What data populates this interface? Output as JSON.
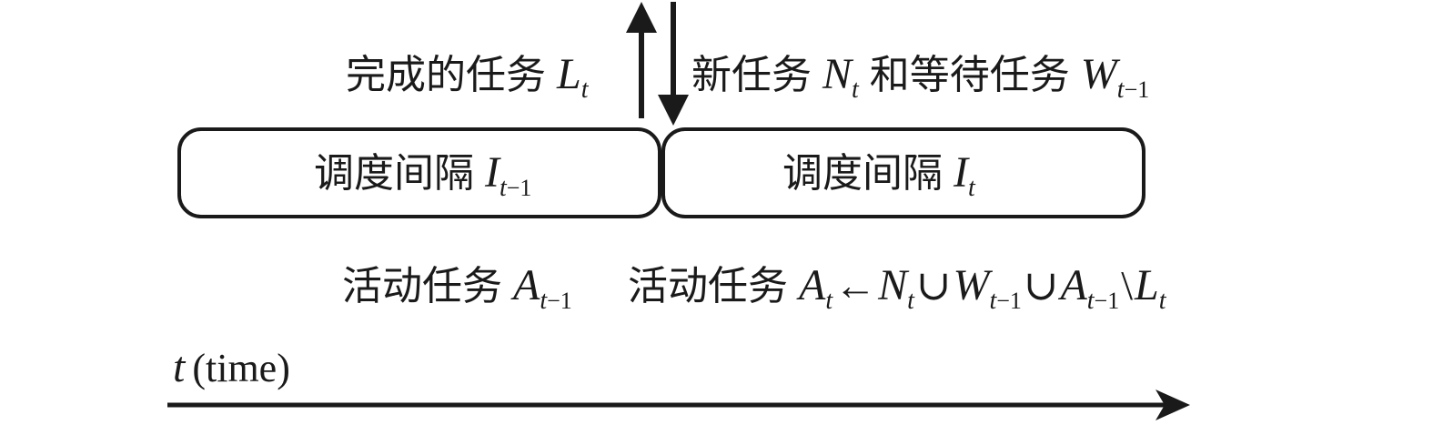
{
  "top": {
    "completed_text": "完成的任务",
    "completed_var": "L",
    "completed_sub": "t",
    "new_text": "新任务",
    "new_var": "N",
    "new_sub": "t",
    "and_wait_text": "和等待任务",
    "wait_var": "W",
    "wait_sub_t": "t",
    "wait_sub_rest": "−1"
  },
  "intervals": {
    "left_text": "调度间隔",
    "left_var": "I",
    "left_sub_t": "t",
    "left_sub_rest": "−1",
    "right_text": "调度间隔",
    "right_var": "I",
    "right_sub": "t"
  },
  "bottom": {
    "active_prev_text": "活动任务",
    "active_prev_var": "A",
    "active_prev_sub_t": "t",
    "active_prev_sub_rest": "−1",
    "active_text": "活动任务",
    "active_var": "A",
    "active_sub": "t",
    "arrow_symbol": "←",
    "n_var": "N",
    "n_sub": "t",
    "union1": "∪",
    "w_var": "W",
    "w_sub_t": "t",
    "w_sub_rest": "−1",
    "union2": "∪",
    "a2_var": "A",
    "a2_sub_t": "t",
    "a2_sub_rest": "−1",
    "setminus": "\\",
    "l_var": "L",
    "l_sub": "t"
  },
  "axis": {
    "var": "t",
    "label": "(time)"
  },
  "colors": {
    "ink": "#1a1a1a"
  }
}
